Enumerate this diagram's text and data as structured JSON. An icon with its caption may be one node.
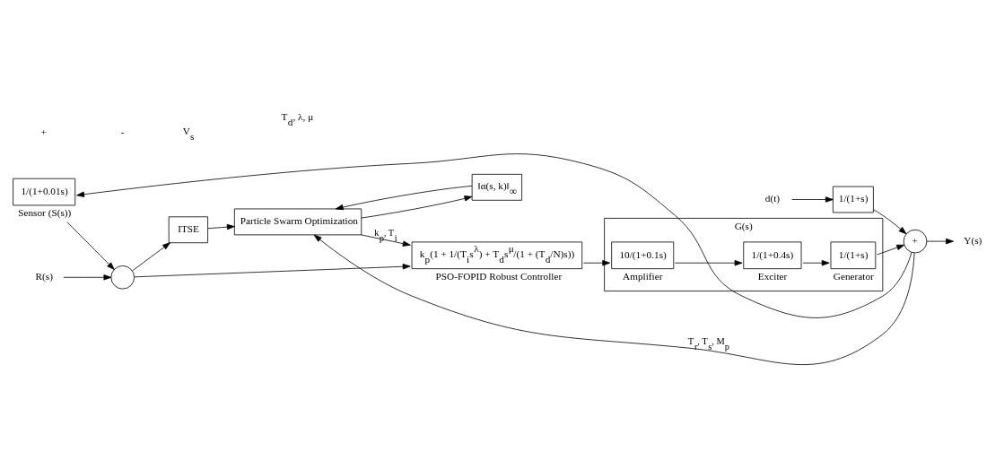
{
  "diagram": {
    "nodes": [
      {
        "text": [],
        "shape": "circle"
      },
      {
        "text": [
          "ITSE"
        ]
      },
      {
        "text": [
          "‖α(s, k)‖$_{∞}$"
        ]
      },
      {
        "text": [
          "Particle Swarm Optimization"
        ]
      },
      {
        "text": [
          "k$_{p}$(1 + 1/(T$_{i}$s$^{λ}$) + T$_{d}$s$^{μ}$/(1 + (T$_{d}$/N)s))"
        ],
        "beside": [
          "PSO-FOPID Robust Controller"
        ]
      },
      {
        "text": [
          "G(s)"
        ]
      },
      {
        "text": [
          "10/(1+0.1s)"
        ],
        "in": 5,
        "beside": [
          "Amplifier"
        ]
      },
      {
        "text": [
          "1/(1+0.4s)"
        ],
        "in": 5,
        "beside": [
          "Exciter"
        ]
      },
      {
        "text": [
          "1/(1+s)"
        ],
        "in": 5,
        "beside": [
          "Generator"
        ]
      },
      {
        "text": [
          "1/(1+s)"
        ]
      },
      {
        "text": [
          "+"
        ]
      },
      {
        "text": [
          "1/(1+0.01s)"
        ],
        "beside": [
          "Sensor (S(s))"
        ]
      },
      {
        "text": [
          "R(s)"
        ]
      },
      {
        "text": [
          "Y(s)"
        ]
      },
      {
        "text": [
          "d(t)"
        ]
      }
    ],
    "edges": [
      {
        "from": 12,
        "to": 0,
        "arrow": "to"
      },
      {
        "from": 0,
        "to": 4,
        "arrow": "to"
      },
      {
        "from": 0,
        "to": 1,
        "arrow": "to"
      },
      {
        "from": 1,
        "to": 3,
        "arrow": "to"
      },
      {
        "from": 3,
        "to": 2,
        "arrow": "to"
      },
      {
        "from": 2,
        "to": 3,
        "arrow": "to"
      },
      {
        "from": 3,
        "to": 4,
        "arrow": "to",
        "label": "k$_{p}$, T$_{i}$"
      },
      {
        "from": 4,
        "to": 6,
        "arrow": "to"
      },
      {
        "from": 6,
        "to": 7,
        "arrow": "to"
      },
      {
        "from": 7,
        "to": 8,
        "arrow": "to"
      },
      {
        "from": 8,
        "to": 10,
        "arrow": "to"
      },
      {
        "from": 14,
        "to": 9,
        "arrow": "to"
      },
      {
        "from": 9,
        "to": 10,
        "arrow": "to"
      },
      {
        "from": 10,
        "to": 13,
        "arrow": "to"
      },
      {
        "from": 10,
        "to": 3,
        "arrow": "to",
        "label": "T$_{r}$, T$_{s}$, M$_{p}$"
      },
      {
        "from": 10,
        "to": 11,
        "arrow": "to"
      },
      {
        "from": 11,
        "to": 0,
        "arrow": "to"
      }
    ],
    "labels": [
      "+",
      "-",
      "V$_{s}$",
      "T$_{d}$, λ, μ"
    ]
  }
}
